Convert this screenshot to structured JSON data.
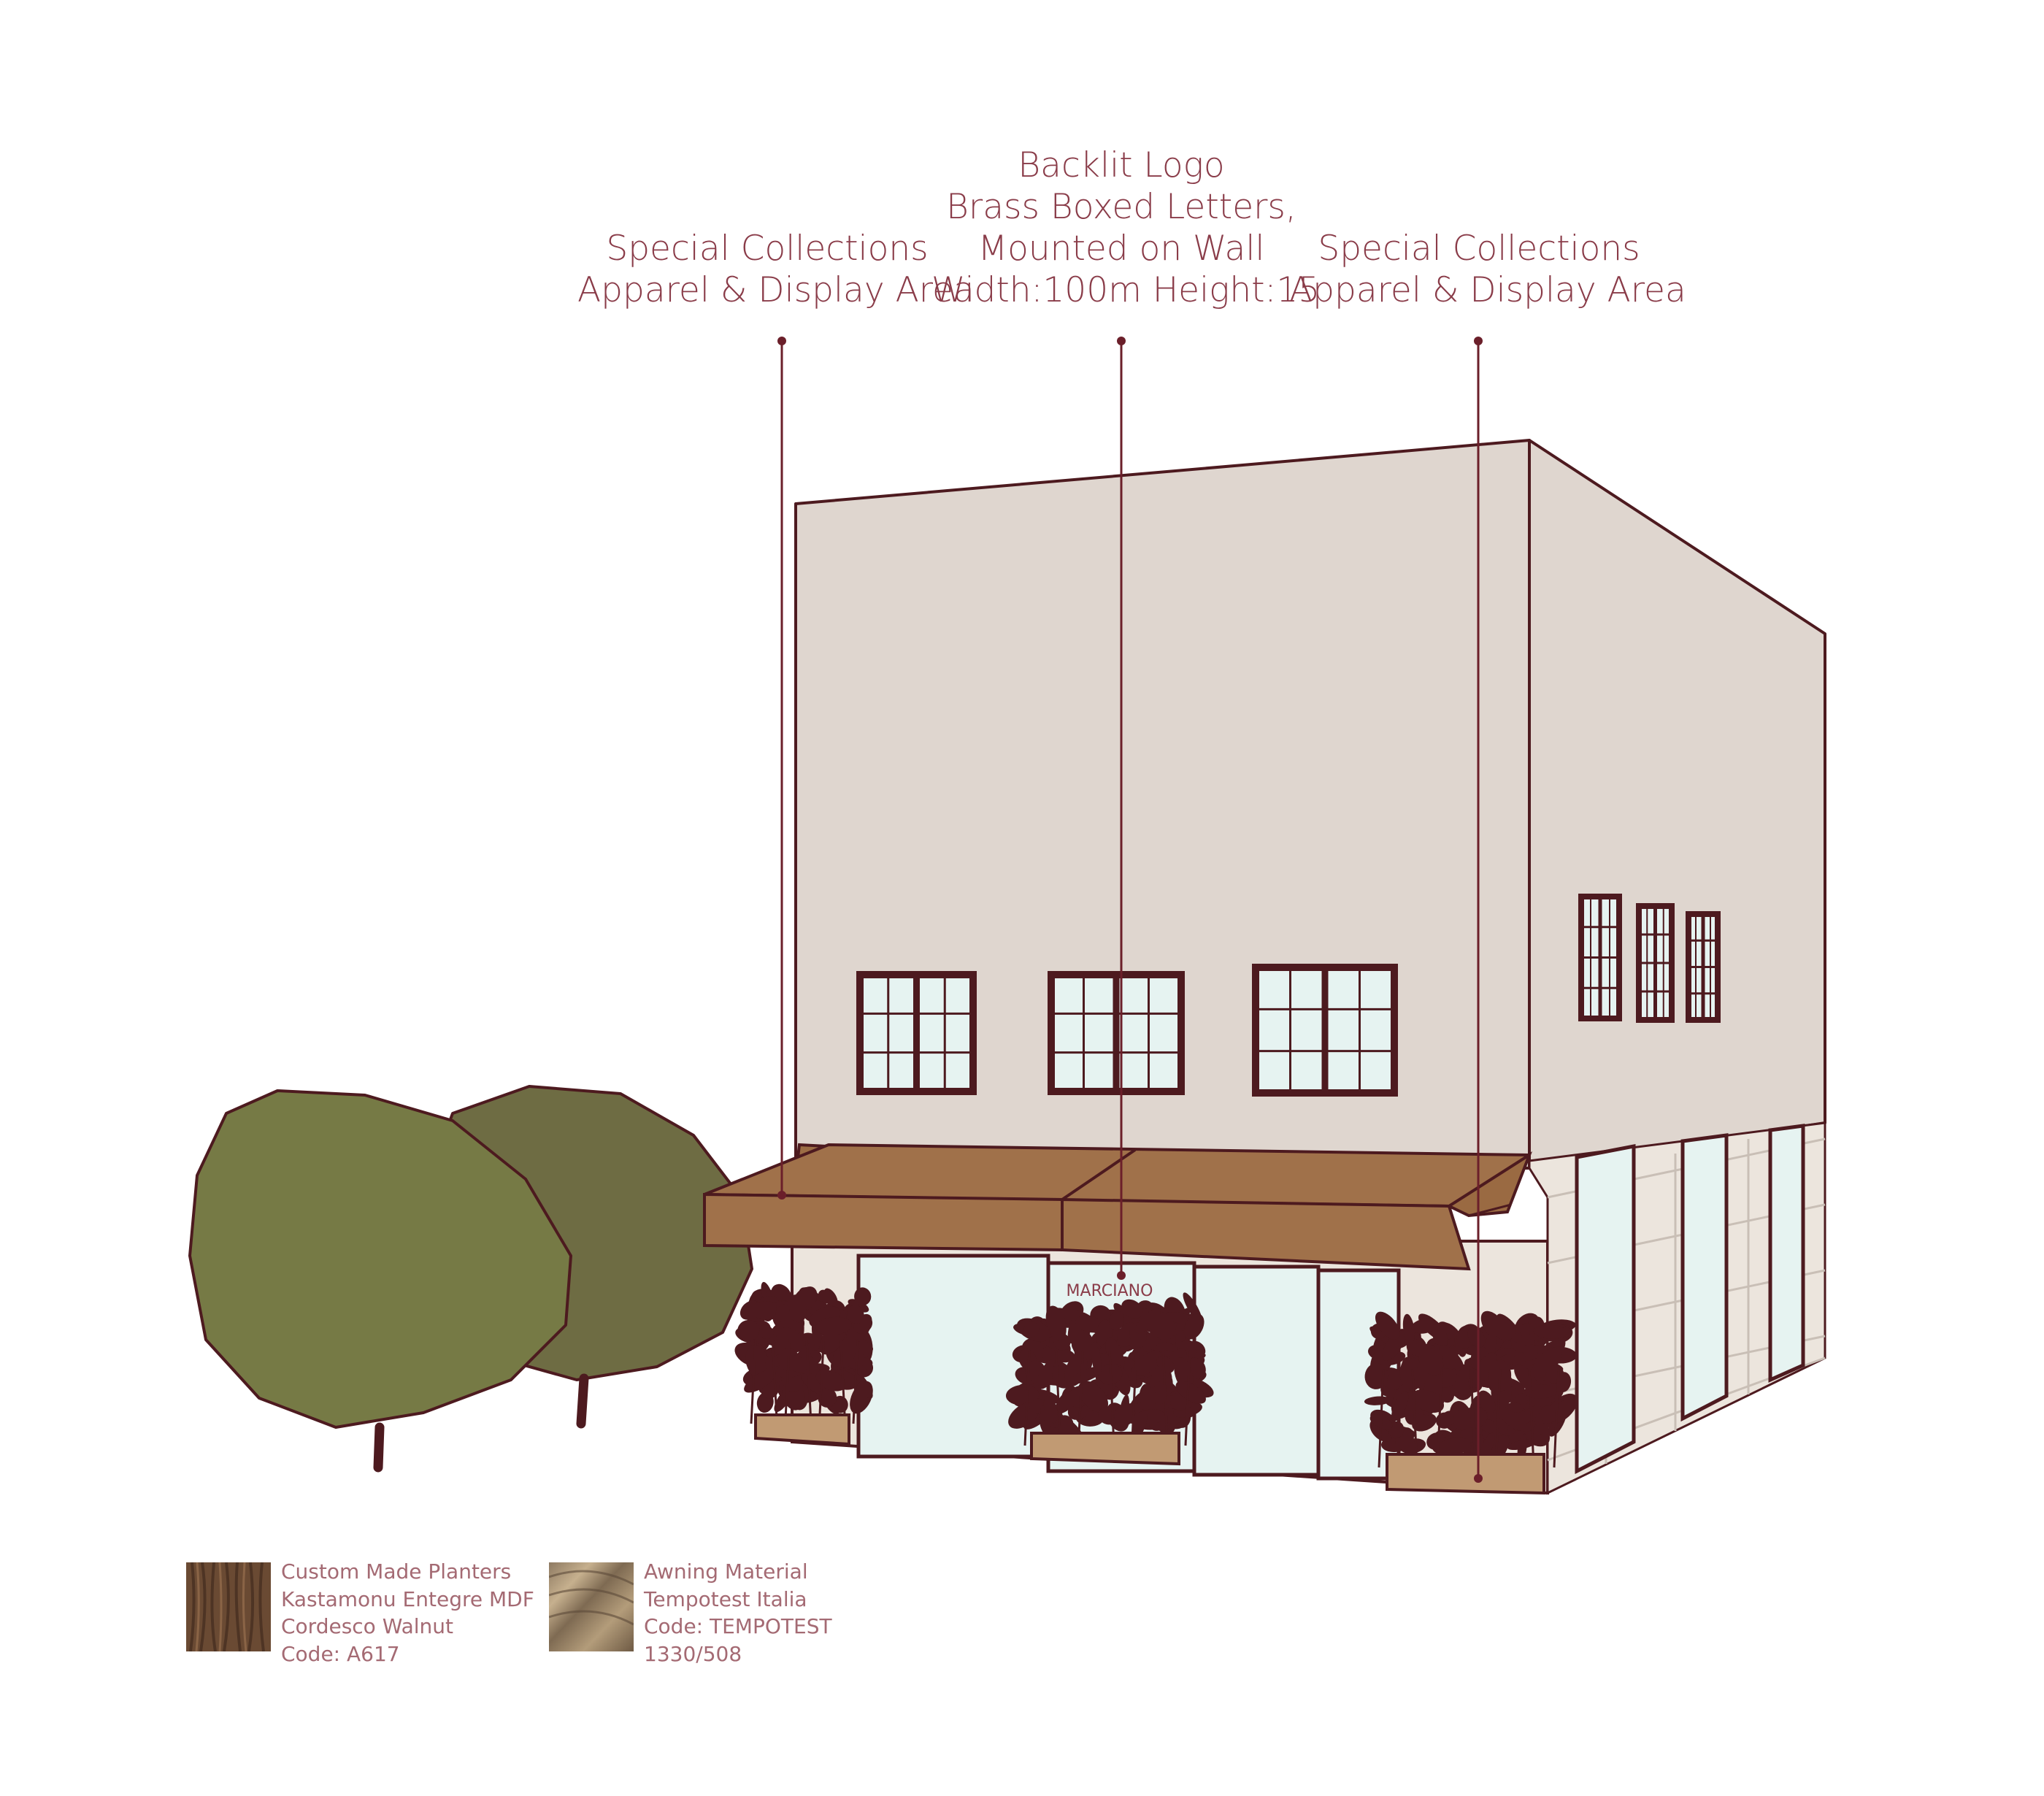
{
  "callouts": {
    "left": {
      "line1": "Special Collections",
      "line2": "Apparel & Display Area"
    },
    "center": {
      "line1": "Backlit Logo",
      "line2": "Brass Boxed Letters,",
      "line3": "Mounted on Wall",
      "line4": "Width:100m Height:15"
    },
    "right": {
      "line1": "Special Collections",
      "line2": "Apparel & Display Area"
    }
  },
  "storefront": {
    "sign": "MARCIANO"
  },
  "legend": {
    "planters": {
      "line1": "Custom Made Planters",
      "line2": "Kastamonu Entegre MDF",
      "line3": "Cordesco Walnut",
      "line4": "Code: A617"
    },
    "awning": {
      "line1": "Awning Material",
      "line2": "Tempotest Italia",
      "line3": "Code: TEMPOTEST",
      "line4": "1330/508"
    }
  },
  "colors": {
    "outline": "#4d1a1f",
    "wall": "#dfd6cf",
    "tile": "#ece5dd",
    "glass": "#e6f3f1",
    "awning": "#a0714a",
    "planter": "#c19a73",
    "tree_front": "#767a45",
    "tree_back": "#6e6c43",
    "leaves": "#4d1a1f",
    "callout_text": "#8a3c49",
    "legend_text": "#a46a73"
  }
}
